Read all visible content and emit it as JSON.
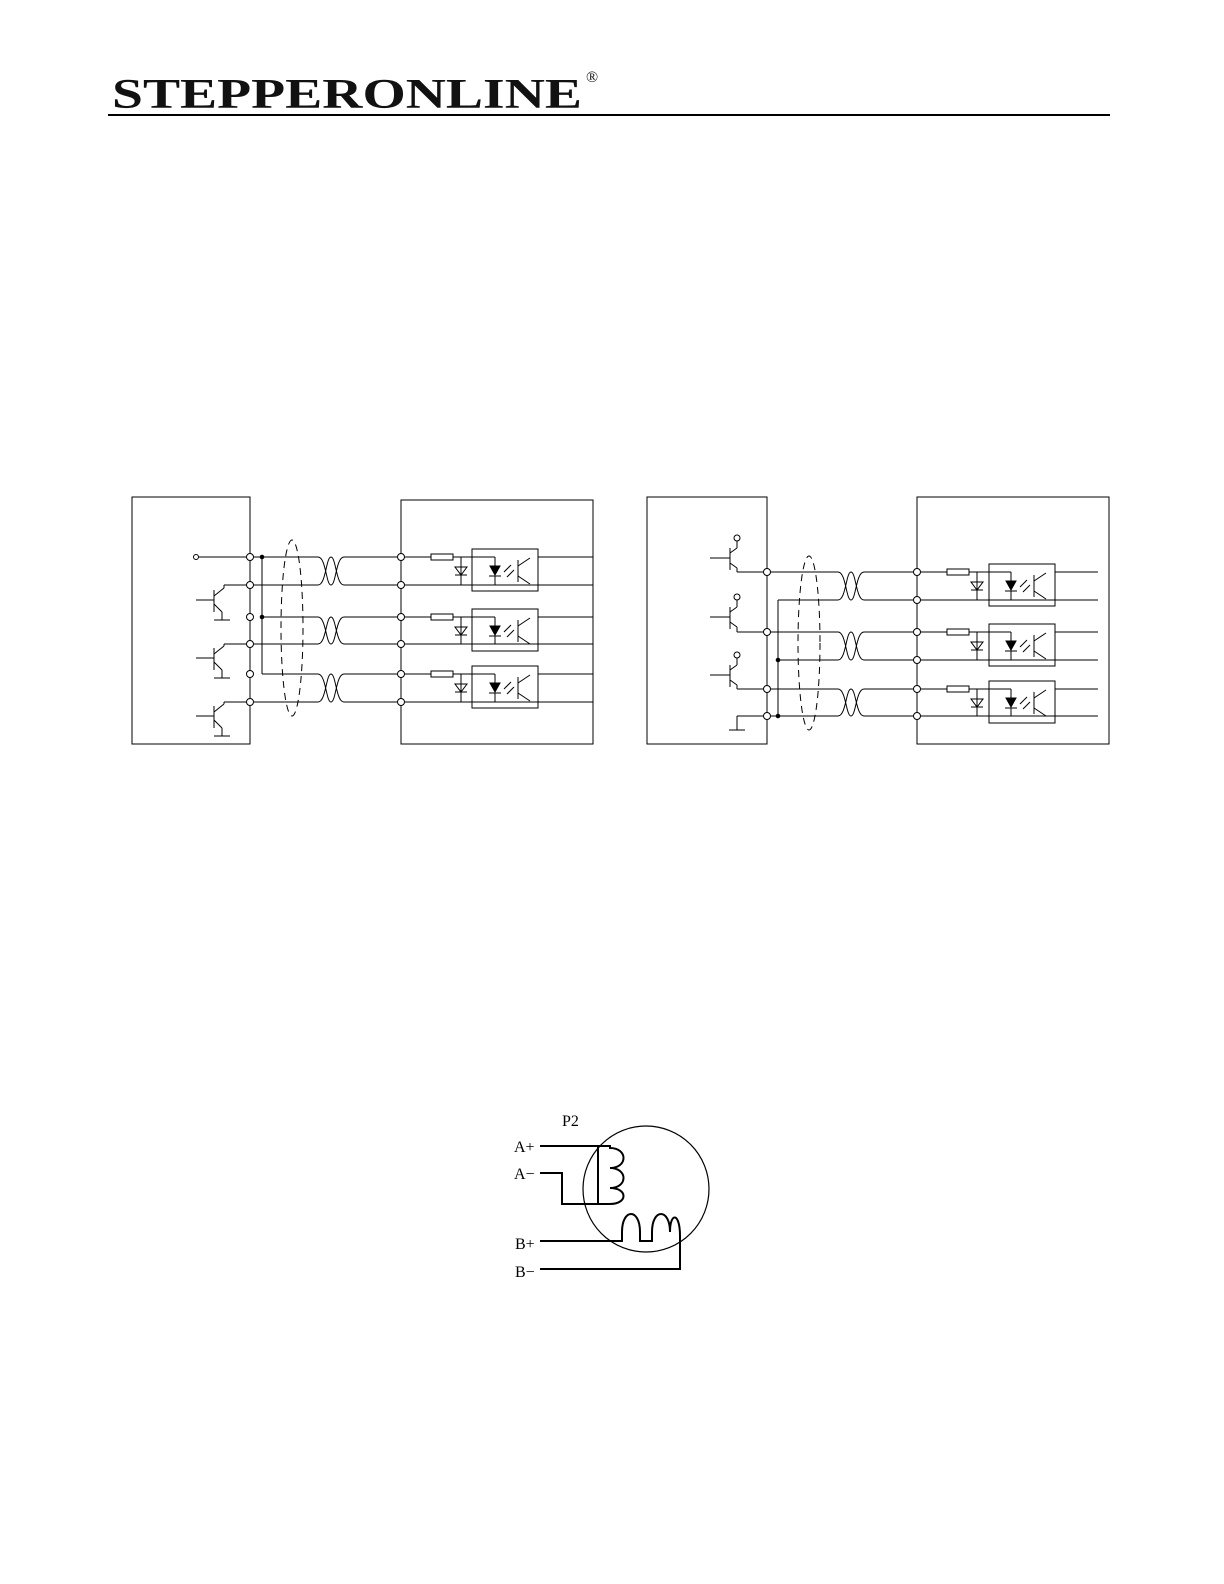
{
  "brand": {
    "name": "STEPPERONLINE",
    "registered_mark": "®"
  },
  "motor_diagram": {
    "connector": "P2",
    "pins": [
      "A+",
      "A−",
      "B+",
      "B−"
    ]
  },
  "colors": {
    "ink": "#000000",
    "paper": "#ffffff"
  }
}
